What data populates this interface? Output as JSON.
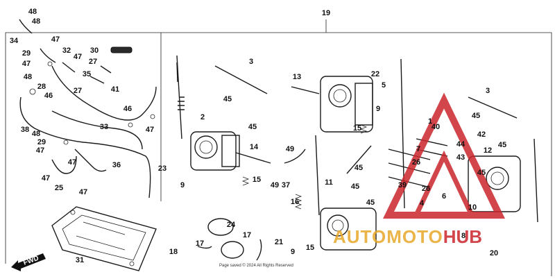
{
  "diagram": {
    "assembly_number": "19",
    "fwd_label": "FWD",
    "copyright": "Page saved © 2024 All Rights Reserved",
    "watermark": {
      "part1": "AUTOMOTO",
      "part2": "HUB"
    },
    "callouts": [
      {
        "id": "c48a",
        "text": "48"
      },
      {
        "id": "c48b",
        "text": "48"
      },
      {
        "id": "c34",
        "text": "34"
      },
      {
        "id": "c47a",
        "text": "47"
      },
      {
        "id": "c32",
        "text": "32"
      },
      {
        "id": "c29a",
        "text": "29"
      },
      {
        "id": "c47b",
        "text": "47"
      },
      {
        "id": "c47c",
        "text": "47"
      },
      {
        "id": "c30",
        "text": "30"
      },
      {
        "id": "c27a",
        "text": "27"
      },
      {
        "id": "c35",
        "text": "35"
      },
      {
        "id": "c48c",
        "text": "48"
      },
      {
        "id": "c27b",
        "text": "27"
      },
      {
        "id": "c41",
        "text": "41"
      },
      {
        "id": "c28",
        "text": "28"
      },
      {
        "id": "c46a",
        "text": "46"
      },
      {
        "id": "c46b",
        "text": "46"
      },
      {
        "id": "c38",
        "text": "38"
      },
      {
        "id": "c48d",
        "text": "48"
      },
      {
        "id": "c33",
        "text": "33"
      },
      {
        "id": "c29b",
        "text": "29"
      },
      {
        "id": "c47d",
        "text": "47"
      },
      {
        "id": "c47e",
        "text": "47"
      },
      {
        "id": "c47f",
        "text": "47"
      },
      {
        "id": "c36",
        "text": "36"
      },
      {
        "id": "c47g",
        "text": "47"
      },
      {
        "id": "c25",
        "text": "25"
      },
      {
        "id": "c47h",
        "text": "47"
      },
      {
        "id": "c31",
        "text": "31"
      },
      {
        "id": "c3a",
        "text": "3"
      },
      {
        "id": "c45a",
        "text": "45"
      },
      {
        "id": "c2",
        "text": "2"
      },
      {
        "id": "c23",
        "text": "23"
      },
      {
        "id": "c9a",
        "text": "9"
      },
      {
        "id": "c14",
        "text": "14"
      },
      {
        "id": "c45b",
        "text": "45"
      },
      {
        "id": "c15a",
        "text": "15"
      },
      {
        "id": "c49a",
        "text": "49"
      },
      {
        "id": "c49b",
        "text": "49"
      },
      {
        "id": "c37",
        "text": "37"
      },
      {
        "id": "c13",
        "text": "13"
      },
      {
        "id": "c22",
        "text": "22"
      },
      {
        "id": "c5",
        "text": "5"
      },
      {
        "id": "c9b",
        "text": "9"
      },
      {
        "id": "c15b",
        "text": "15"
      },
      {
        "id": "c45c",
        "text": "45"
      },
      {
        "id": "c11",
        "text": "11"
      },
      {
        "id": "c45d",
        "text": "45"
      },
      {
        "id": "c16",
        "text": "16"
      },
      {
        "id": "c45e",
        "text": "45"
      },
      {
        "id": "c24",
        "text": "24"
      },
      {
        "id": "c17a",
        "text": "17"
      },
      {
        "id": "c17b",
        "text": "17"
      },
      {
        "id": "c18",
        "text": "18"
      },
      {
        "id": "c21",
        "text": "21"
      },
      {
        "id": "c9c",
        "text": "9"
      },
      {
        "id": "c15c",
        "text": "15"
      },
      {
        "id": "c3b",
        "text": "3"
      },
      {
        "id": "c45f",
        "text": "45"
      },
      {
        "id": "c45g",
        "text": "45"
      },
      {
        "id": "c40",
        "text": "40"
      },
      {
        "id": "c42",
        "text": "42"
      },
      {
        "id": "c12",
        "text": "12"
      },
      {
        "id": "c44",
        "text": "44"
      },
      {
        "id": "c43",
        "text": "43"
      },
      {
        "id": "c26a",
        "text": "26"
      },
      {
        "id": "c26b",
        "text": "26"
      },
      {
        "id": "c39",
        "text": "39"
      },
      {
        "id": "c6",
        "text": "6"
      },
      {
        "id": "c10",
        "text": "10"
      },
      {
        "id": "c20",
        "text": "20"
      },
      {
        "id": "c8",
        "text": "8"
      },
      {
        "id": "c45h",
        "text": "45"
      },
      {
        "id": "c1",
        "text": "1"
      },
      {
        "id": "c7",
        "text": "7"
      },
      {
        "id": "c4",
        "text": "4"
      }
    ]
  }
}
